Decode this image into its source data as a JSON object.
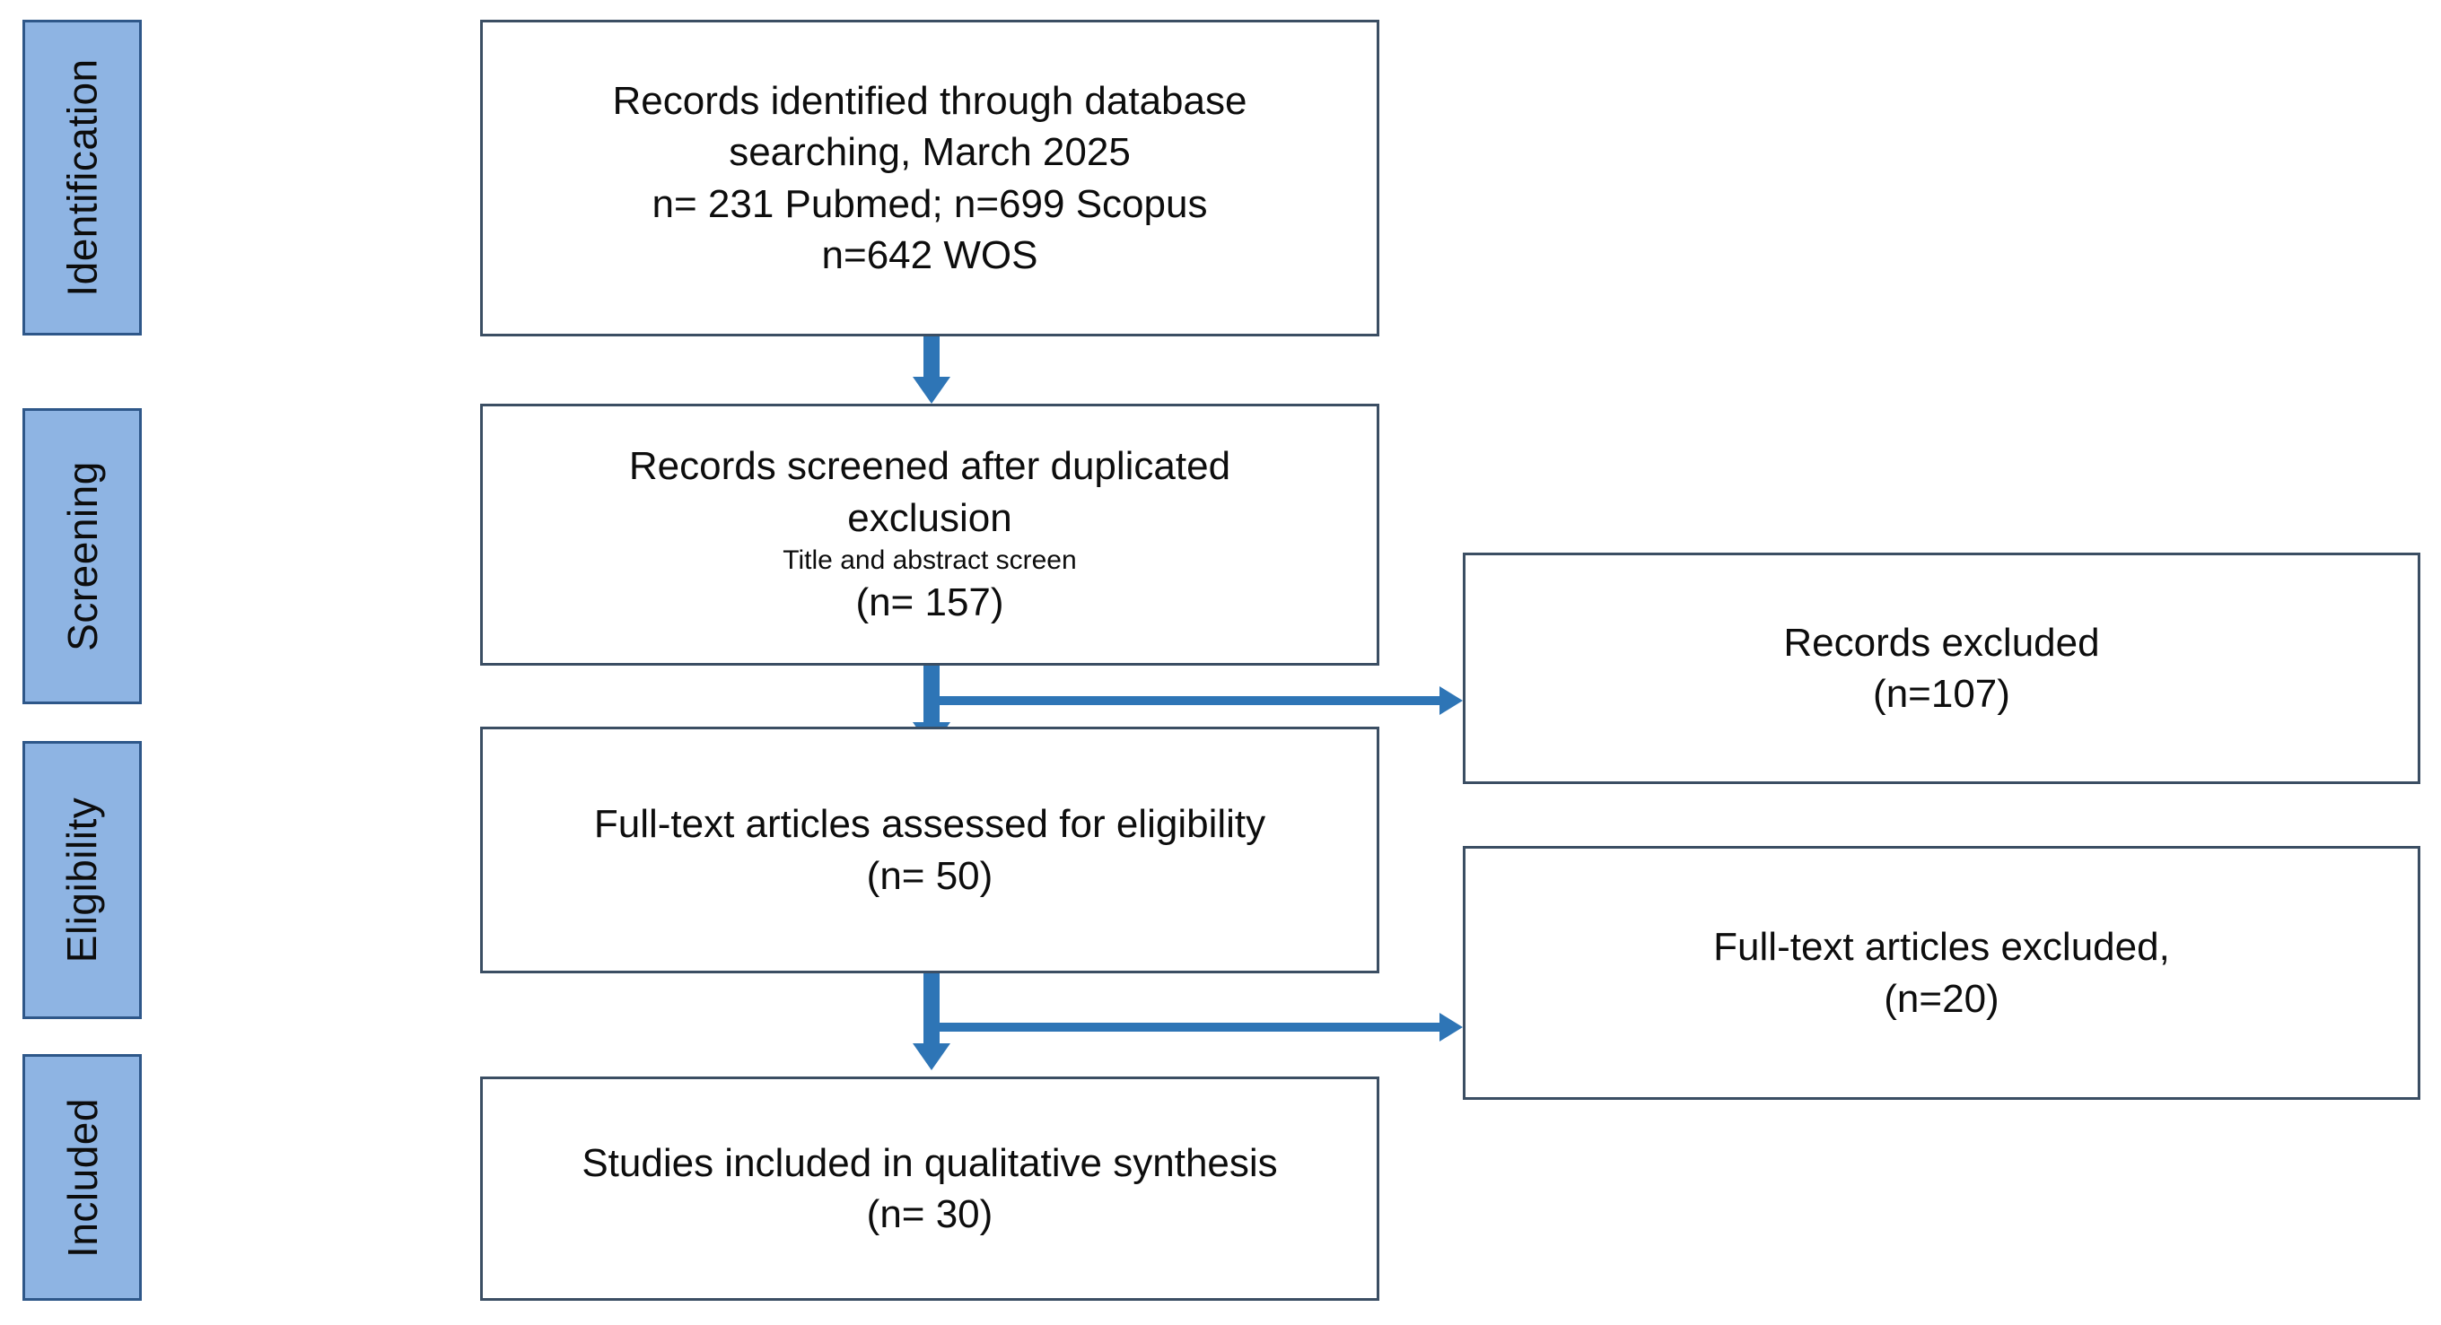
{
  "diagram": {
    "type": "prisma-flow-diagram",
    "accent_color": "#2E75B6",
    "stage_fill_color": "#8EB4E3",
    "stage_border_color": "#2E5789",
    "box_border_color": "#3B4E63"
  },
  "stages": [
    {
      "id": "identification",
      "label": "Identification"
    },
    {
      "id": "screening",
      "label": "Screening"
    },
    {
      "id": "eligibility",
      "label": "Eligibility"
    },
    {
      "id": "included",
      "label": "Included"
    }
  ],
  "nodes": {
    "identified": {
      "line1": "Records identified through database",
      "line2": "searching, March 2025",
      "line3": "n= 231 Pubmed; n=699 Scopus",
      "line4": "n=642 WOS"
    },
    "screened": {
      "line1": "Records screened after duplicated",
      "line2": "exclusion",
      "line3": "Title and abstract screen",
      "line4": "(n= 157)"
    },
    "records_excluded": {
      "line1": "Records excluded",
      "line2": "(n=107)"
    },
    "eligibility_assessed": {
      "line1": "Full-text articles assessed for eligibility",
      "line2": "(n= 50)"
    },
    "fulltext_excluded": {
      "line1": "Full-text articles excluded,",
      "line2": "(n=20)"
    },
    "included_studies": {
      "line1": "Studies included in qualitative synthesis",
      "line2": "(n= 30)"
    }
  },
  "counts": {
    "pubmed": 231,
    "scopus": 699,
    "wos": 642,
    "screened": 157,
    "records_excluded": 107,
    "fulltext_assessed": 50,
    "fulltext_excluded": 20,
    "included": 30
  }
}
